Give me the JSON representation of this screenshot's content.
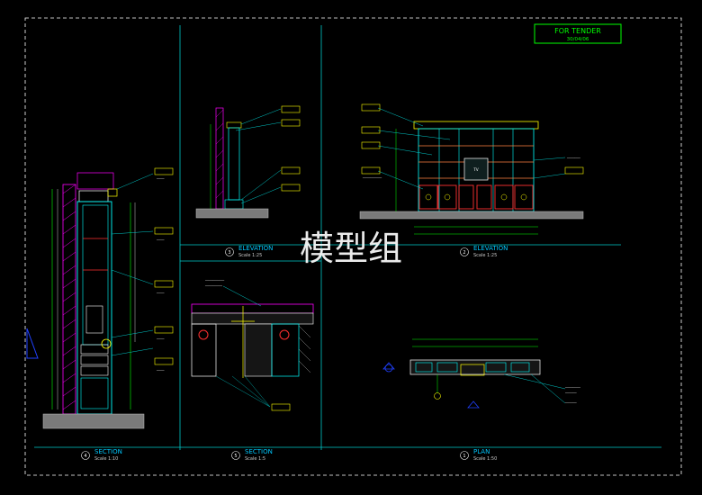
{
  "sheet": {
    "stamp_title": "FOR TENDER",
    "stamp_date": "30/04/06",
    "watermark": "模型组"
  },
  "views": [
    {
      "id": "section-4",
      "number": "4",
      "title": "SECTION",
      "scale": "Scale 1:10"
    },
    {
      "id": "section-5",
      "number": "5",
      "title": "SECTION",
      "scale": "Scale 1:5"
    },
    {
      "id": "plan-1",
      "number": "1",
      "title": "PLAN",
      "scale": "Scale 1:50"
    },
    {
      "id": "elevation-3",
      "number": "3",
      "title": "ELEVATION",
      "scale": "Scale 1:25"
    },
    {
      "id": "elevation-2",
      "number": "2",
      "title": "ELEVATION",
      "scale": "Scale 1:25"
    }
  ],
  "colors": {
    "background": "#000000",
    "border": "#ffffff",
    "divider": "#00c8c8",
    "stamp": "#00ff00",
    "title": "#00c8ff",
    "scale": "#c8c8c8",
    "wall_hatch": "#ff00ff",
    "cabinet": "#00ffff",
    "detail": "#ffff00",
    "dimension": "#00ff00",
    "floor": "#c0c0c0",
    "accent_red": "#ff3030",
    "marker_blue": "#2040ff",
    "green_line": "#00a000"
  },
  "icons": [
    "section-marker-icon",
    "north-arrow-icon",
    "elevation-marker-icon"
  ]
}
